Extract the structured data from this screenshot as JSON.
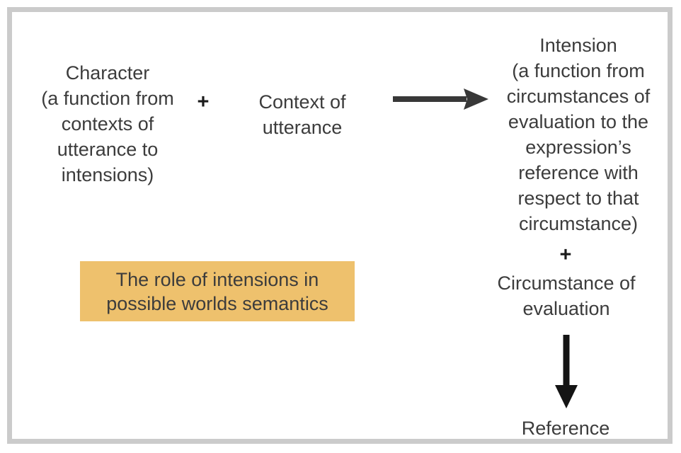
{
  "blocks": {
    "character": {
      "lines": [
        "Character",
        "(a function from",
        "contexts of",
        "utterance to",
        "intensions)"
      ]
    },
    "plus_left": "+",
    "context_of_utterance": {
      "lines": [
        "Context of",
        "utterance"
      ]
    },
    "intension": {
      "lines": [
        "Intension",
        "(a function from",
        "circumstances of",
        "evaluation to the",
        "expression’s",
        "reference with",
        "respect to that",
        "circumstance)"
      ]
    },
    "plus_right": "+",
    "circumstance_of_evaluation": {
      "lines": [
        "Circumstance of",
        "evaluation"
      ]
    },
    "reference": "Reference",
    "caption": {
      "lines": [
        "The role of intensions in",
        "possible worlds semantics"
      ]
    }
  },
  "colors": {
    "canvas_bg": "#ffffff",
    "frame_border": "#cbcbcb",
    "text": "#3c3c3c",
    "plus": "#1b1b1b",
    "caption_bg": "#eec16d",
    "arrow_right": "#383838",
    "arrow_down": "#141414"
  }
}
